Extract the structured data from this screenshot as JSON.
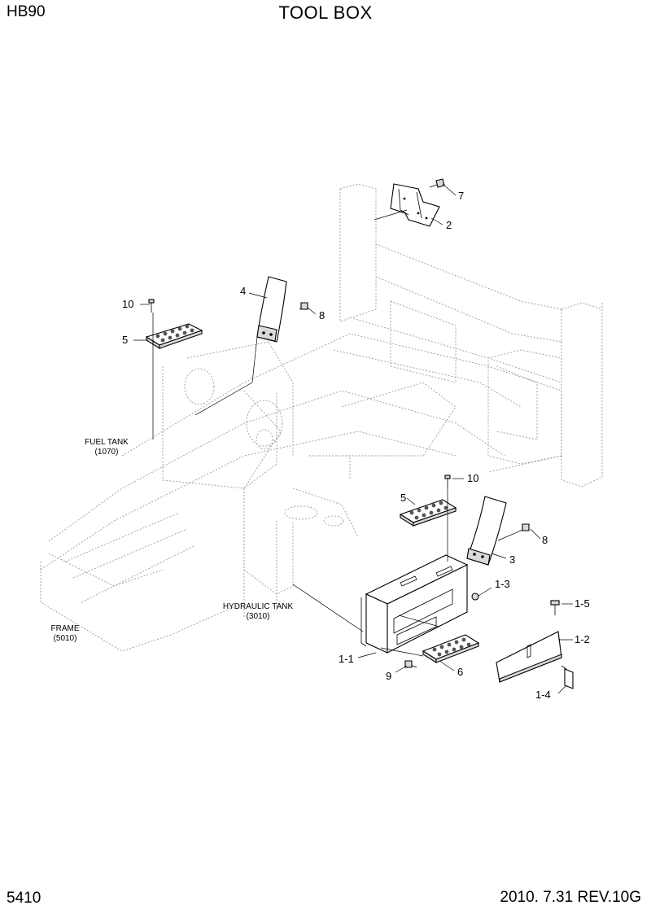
{
  "header": {
    "model": "HB90",
    "title": "TOOL BOX"
  },
  "footer": {
    "page_number": "5410",
    "revision": "2010. 7.31  REV.10G"
  },
  "references": [
    {
      "name": "FUEL TANK",
      "code": "(1070)"
    },
    {
      "name": "HYDRAULIC TANK",
      "code": "(3010)"
    },
    {
      "name": "FRAME",
      "code": "(5010)"
    }
  ],
  "callouts": [
    "10",
    "5",
    "4",
    "8",
    "7",
    "2",
    "10",
    "5",
    "8",
    "3",
    "1-3",
    "1-5",
    "1-2",
    "1-1",
    "9",
    "6",
    "1-4"
  ]
}
